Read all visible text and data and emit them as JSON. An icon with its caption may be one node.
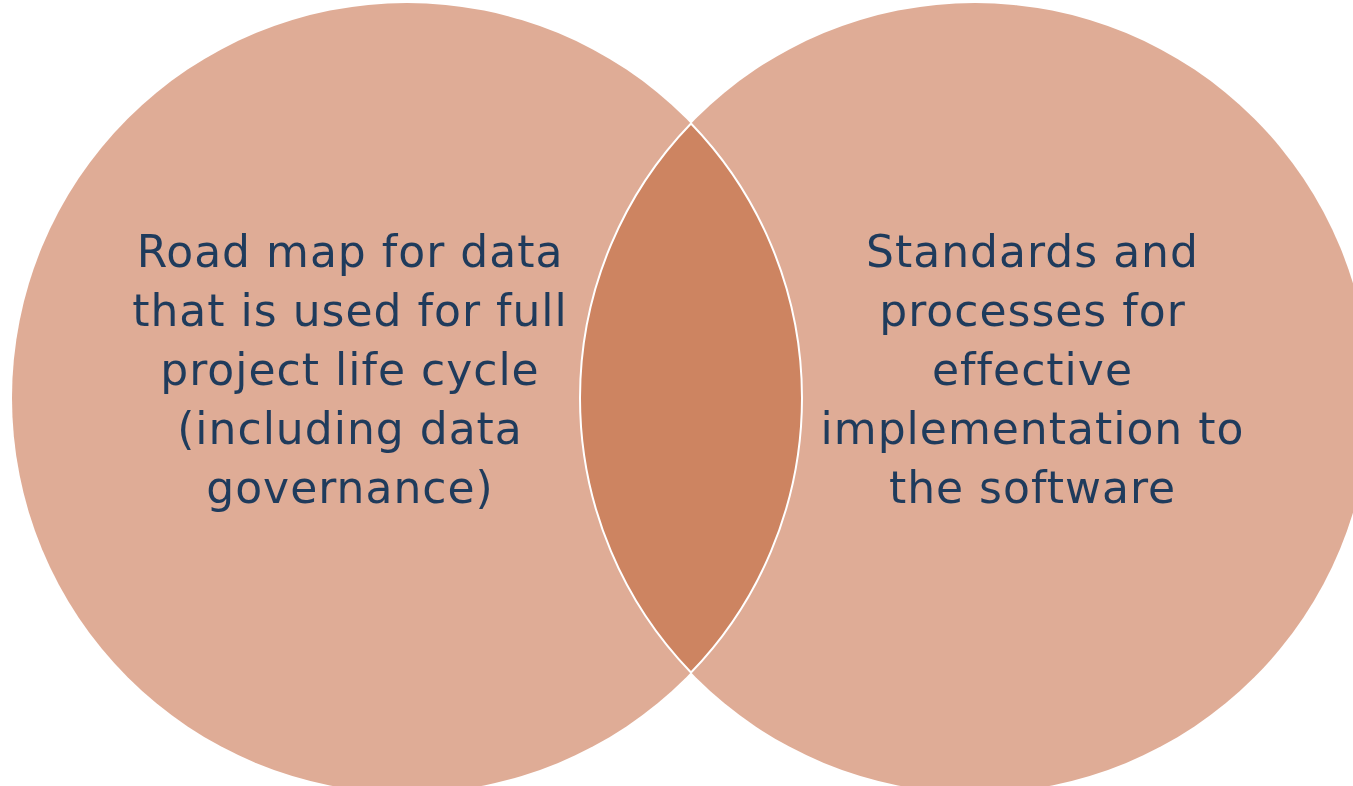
{
  "diagram": {
    "nodes": [
      {
        "text": [
          "Road map for data that is used for full project life cycle (including data governance)"
        ]
      },
      {
        "text": [
          "Standards and processes for effective implementation to the software"
        ]
      },
      {
        "text": [],
        "shape": "lens"
      }
    ]
  }
}
